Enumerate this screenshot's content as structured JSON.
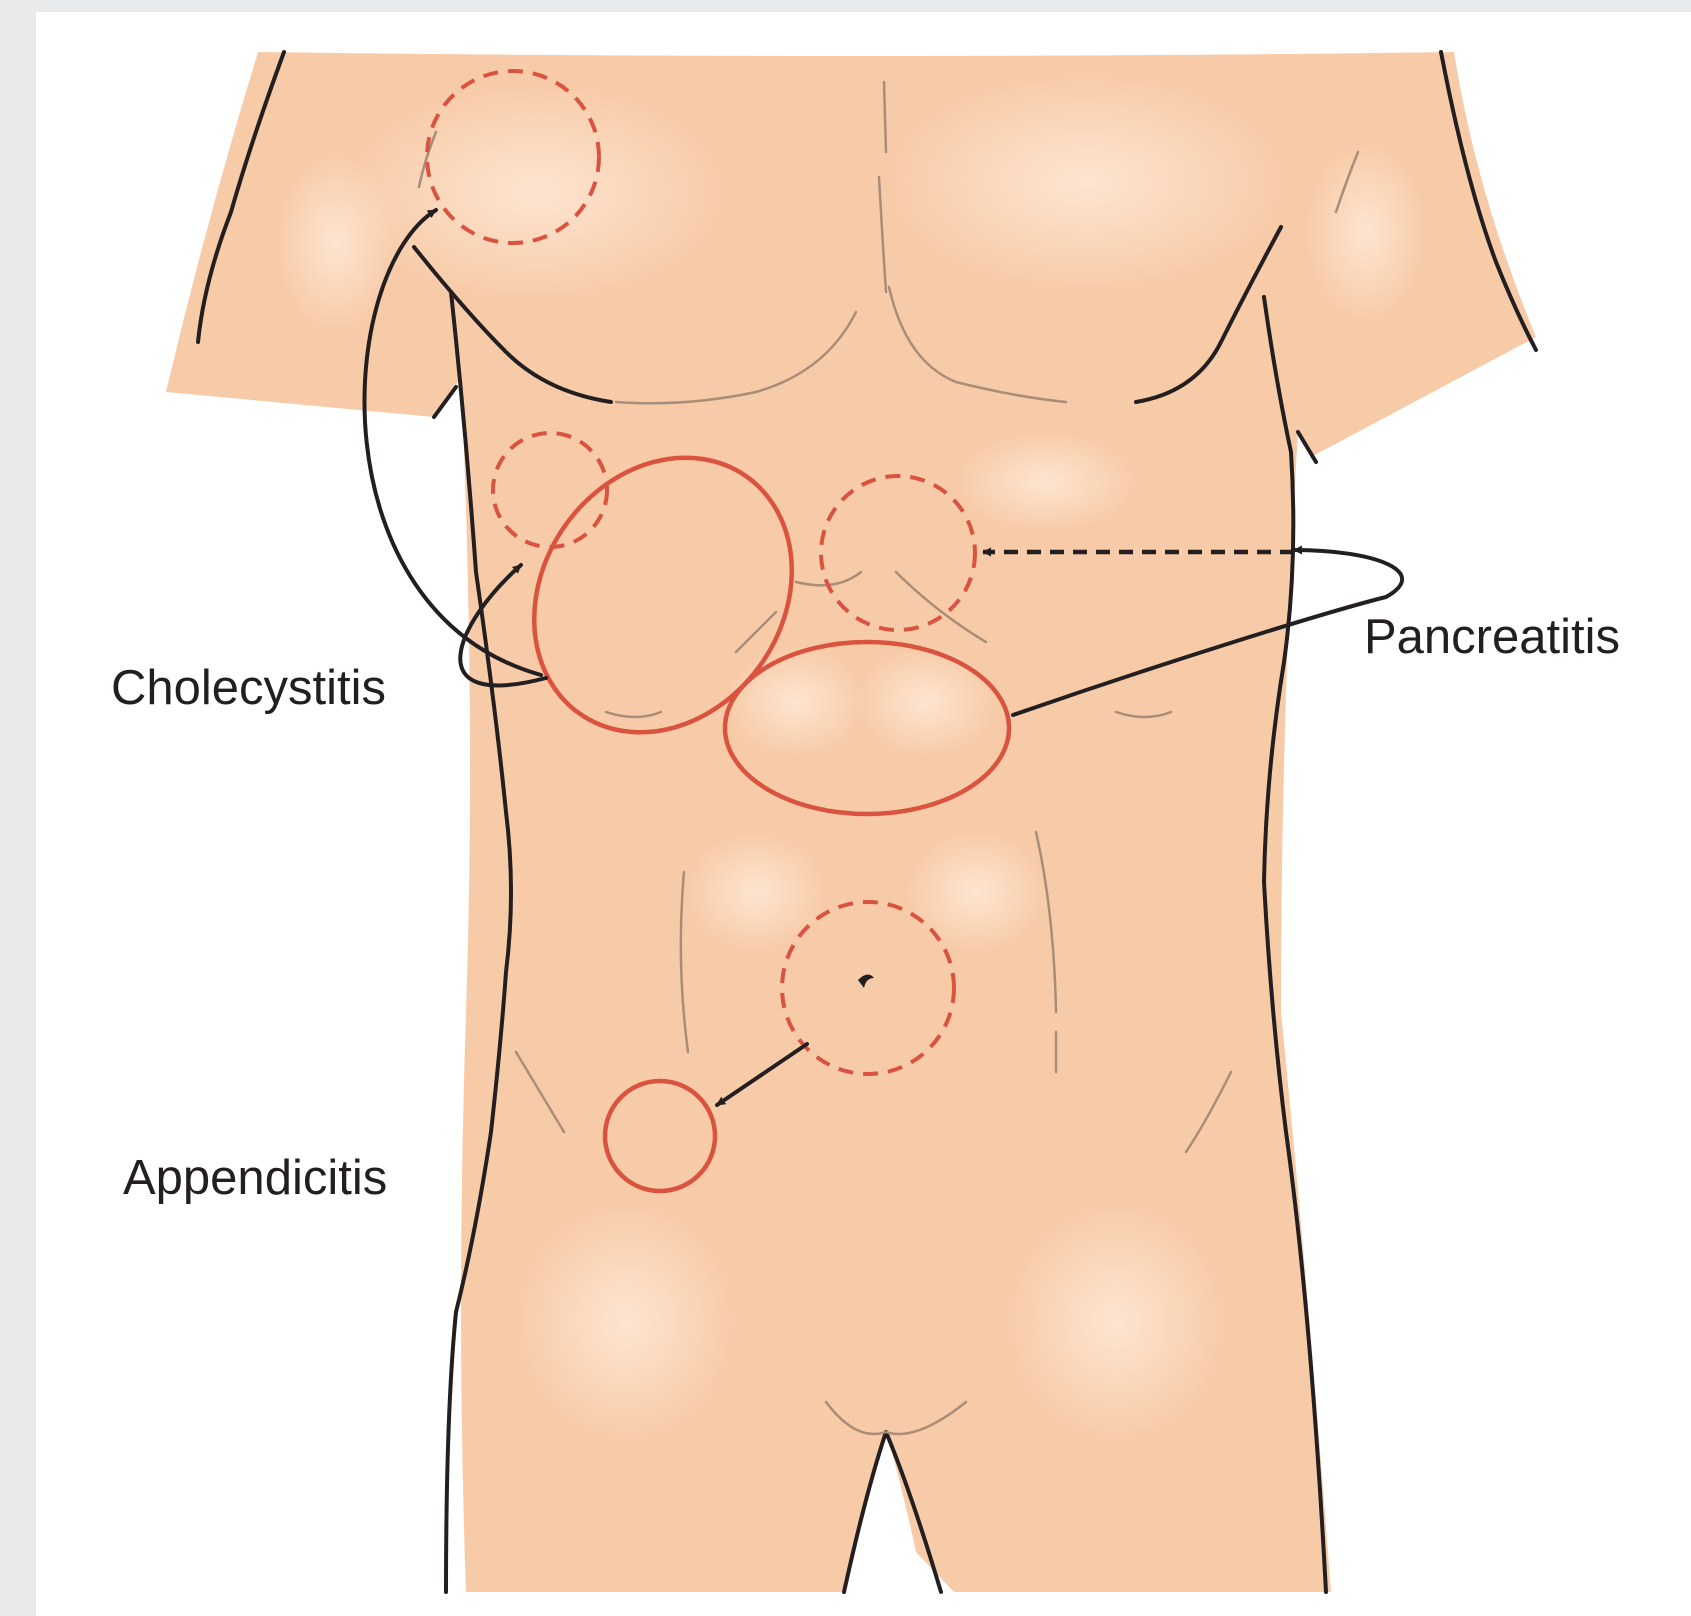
{
  "figure": {
    "labels": {
      "cholecystitis": "Cholecystitis",
      "pancreatitis": "Pancreatitis",
      "appendicitis": "Appendicitis"
    },
    "icons": {
      "torso": "torso-illustration",
      "pain_origin": "dashed-red-circle",
      "pain_referral": "solid-red-outline",
      "referral_pathway": "black-arrow",
      "posterior_referral": "dashed-black-arrow"
    },
    "colors": {
      "skin": "#f8cba8",
      "skin_highlight": "#fde4d0",
      "outline": "#231f20",
      "skin_crease": "#a88d78",
      "pain_region": "#d9533f",
      "frame_background": "#e9eaec"
    }
  }
}
